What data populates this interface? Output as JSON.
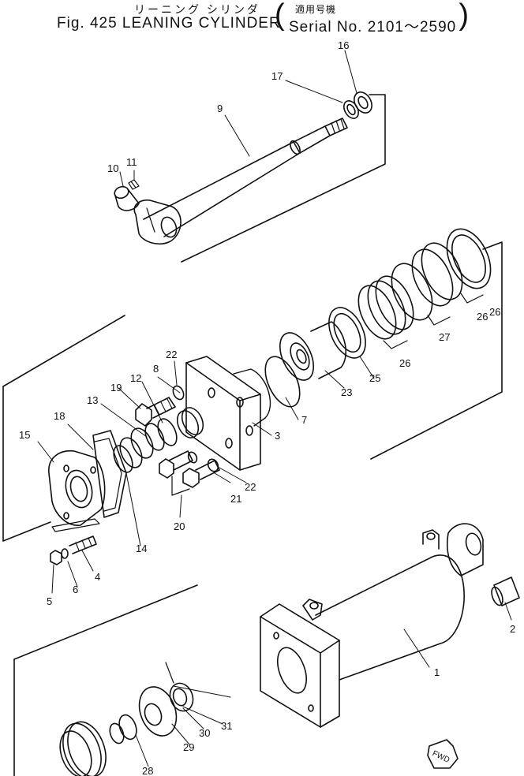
{
  "title": {
    "japanese": "リーニング シリンダ",
    "main": "Fig. 425 LEANING CYLINDER",
    "applicable_jp": "適用号機",
    "serial": "Serial No. 2101～2590"
  },
  "part_labels": [
    "1",
    "2",
    "3",
    "4",
    "5",
    "6",
    "7",
    "8",
    "9",
    "10",
    "11",
    "12",
    "13",
    "14",
    "15",
    "16",
    "17",
    "18",
    "19",
    "20",
    "21",
    "22",
    "22",
    "23",
    "25",
    "26",
    "26",
    "26",
    "27",
    "28",
    "29",
    "30",
    "31"
  ],
  "fwd_mark": "FWD"
}
